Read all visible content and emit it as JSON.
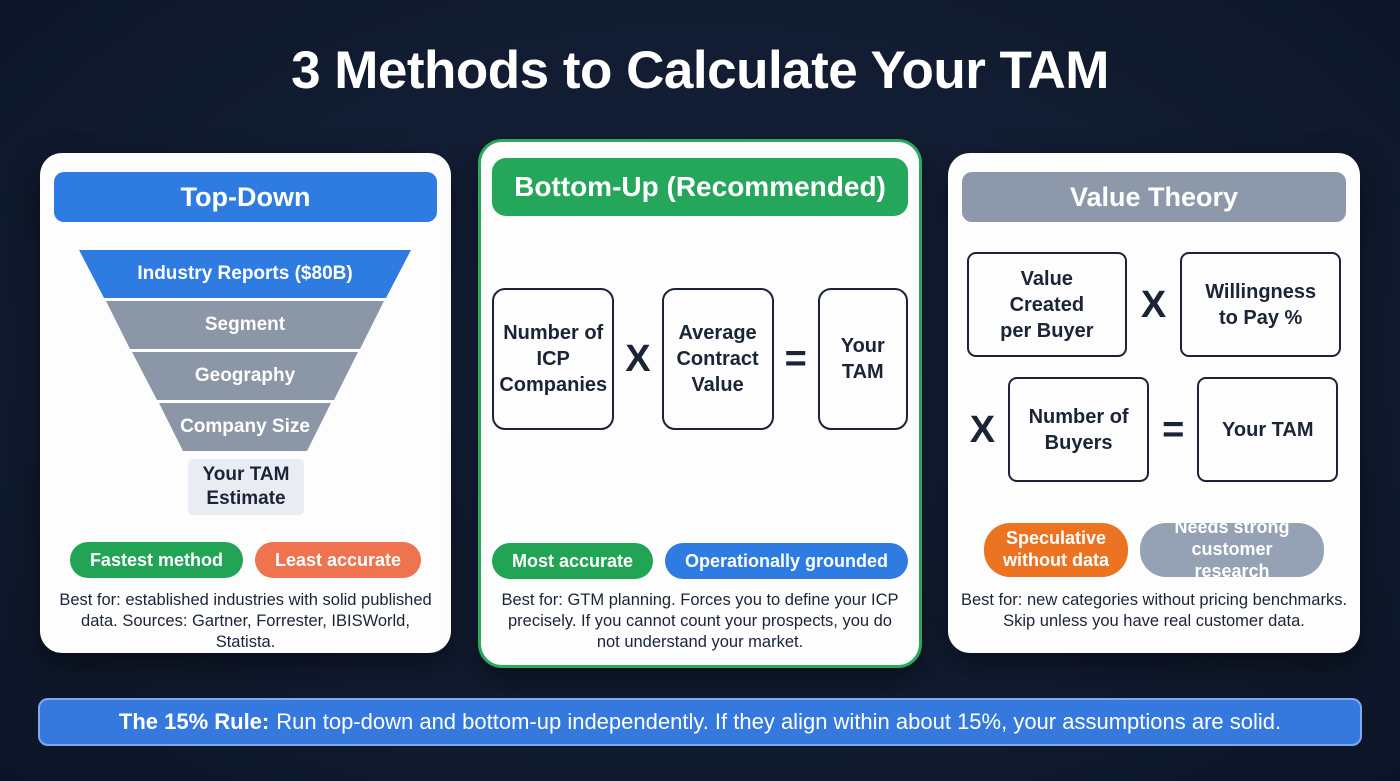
{
  "title": "3 Methods to Calculate Your TAM",
  "colors": {
    "background": "#111b30",
    "card": "#fdfdfd",
    "blue": "#2e7ce2",
    "green": "#25a75b",
    "gray_header": "#8d99ab",
    "funnel_gray": "#8b96a6",
    "salmon": "#f07350",
    "orange": "#ec7321",
    "gray_pill": "#95a2b5",
    "navy_text": "#1b2437"
  },
  "cards": {
    "top_down": {
      "header": "Top-Down",
      "funnel": [
        "Industry Reports ($80B)",
        "Segment",
        "Geography",
        "Company Size"
      ],
      "result": "Your TAM Estimate",
      "pills": [
        {
          "label": "Fastest method",
          "color": "green"
        },
        {
          "label": "Least accurate",
          "color": "salmon"
        }
      ],
      "best_for": "Best for: established industries with solid published data. Sources: Gartner, Forrester, IBISWorld, Statista."
    },
    "bottom_up": {
      "header": "Bottom-Up (Recommended)",
      "formula": {
        "box1": "Number of ICP Companies",
        "op_multiply": "X",
        "box2": "Average Contract Value",
        "op_equals": "=",
        "result": "Your TAM"
      },
      "pills": [
        {
          "label": "Most accurate",
          "color": "green"
        },
        {
          "label": "Operationally grounded",
          "color": "blue"
        }
      ],
      "best_for": "Best for: GTM planning. Forces you to define your ICP precisely. If you cannot count your prospects, you do not understand your market."
    },
    "value_theory": {
      "header": "Value Theory",
      "formula": {
        "box1": "Value Created per Buyer",
        "op_multiply1": "X",
        "box2": "Willingness to Pay %",
        "op_multiply2": "X",
        "box3": "Number of Buyers",
        "op_equals": "=",
        "result": "Your TAM"
      },
      "pills": [
        {
          "label": "Speculative without data",
          "color": "orange"
        },
        {
          "label": "Needs strong customer research",
          "color": "gray"
        }
      ],
      "best_for": "Best for: new categories without pricing benchmarks. Skip unless you have real customer data."
    }
  },
  "footer": {
    "bold": "The 15% Rule:",
    "text": "Run top-down and bottom-up independently. If they align within about 15%, your assumptions are solid."
  }
}
